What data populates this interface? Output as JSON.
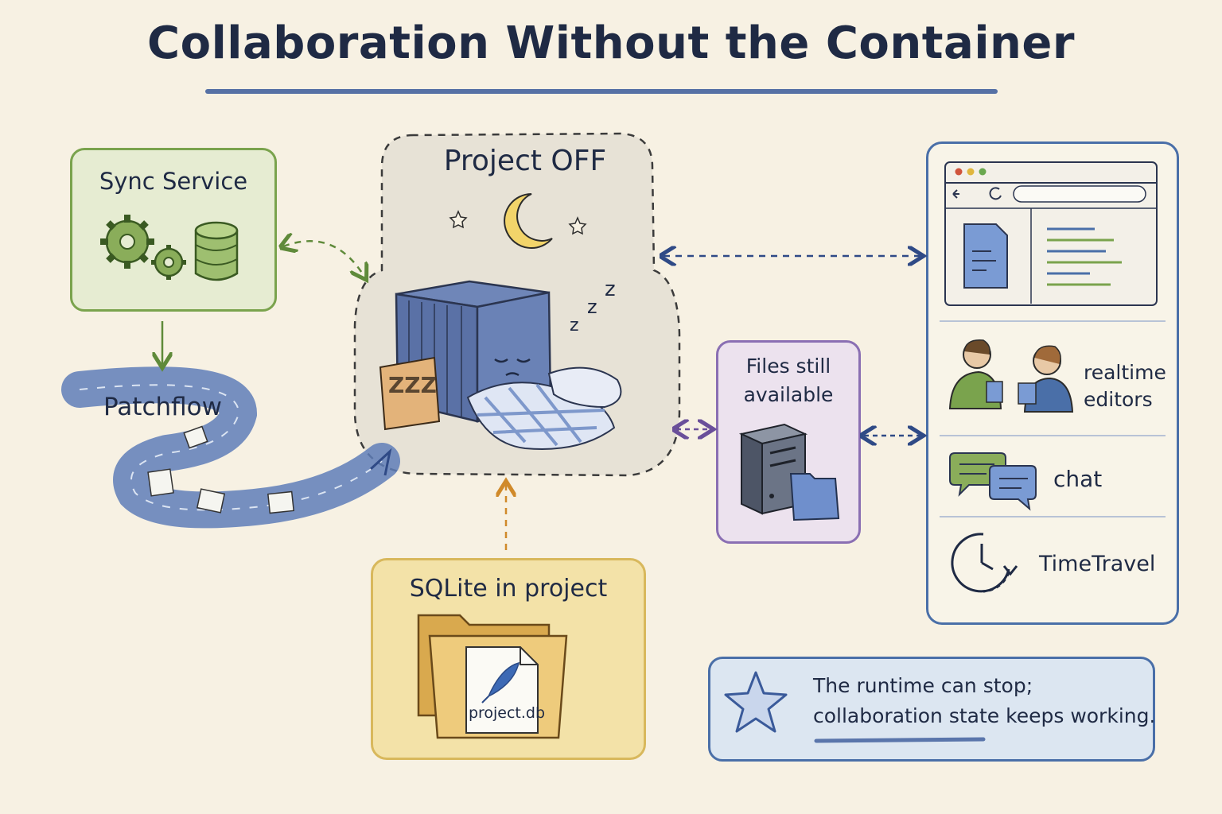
{
  "title": "Collaboration Without the Container",
  "sync_service": {
    "label": "Sync Service",
    "icons": [
      "gears-icon",
      "database-icon"
    ]
  },
  "patchflow": {
    "label": "Patchflow",
    "icon": "river-icon"
  },
  "project": {
    "label": "Project OFF",
    "sign_text": "ZZZ",
    "icons": [
      "moon-icon",
      "star-icon",
      "container-icon",
      "pillow-icon",
      "blanket-icon"
    ]
  },
  "sqlite": {
    "label": "SQLite in project",
    "file_label": "project.db",
    "icons": [
      "folder-icon",
      "file-icon",
      "feather-icon"
    ]
  },
  "files": {
    "label_line1": "Files still",
    "label_line2": "available",
    "icons": [
      "server-icon",
      "folder-icon"
    ]
  },
  "clients": {
    "items": [
      {
        "name": "browser",
        "icon": "browser-window-icon"
      },
      {
        "name": "realtime editors",
        "label_line1": "realtime",
        "label_line2": "editors",
        "icon": "people-icon"
      },
      {
        "name": "chat",
        "label": "chat",
        "icon": "chat-bubbles-icon"
      },
      {
        "name": "timetravel",
        "label": "TimeTravel",
        "icon": "clock-history-icon"
      }
    ]
  },
  "note": {
    "line1": "The runtime can stop;",
    "line2": "collaboration state keeps working.",
    "icon": "star-icon"
  },
  "colors": {
    "background": "#f7f1e3",
    "green": "#7aa34d",
    "blue": "#3a5a9a",
    "yellow": "#d8b85c",
    "purple": "#8a6fb3",
    "navy": "#1f2a44"
  }
}
